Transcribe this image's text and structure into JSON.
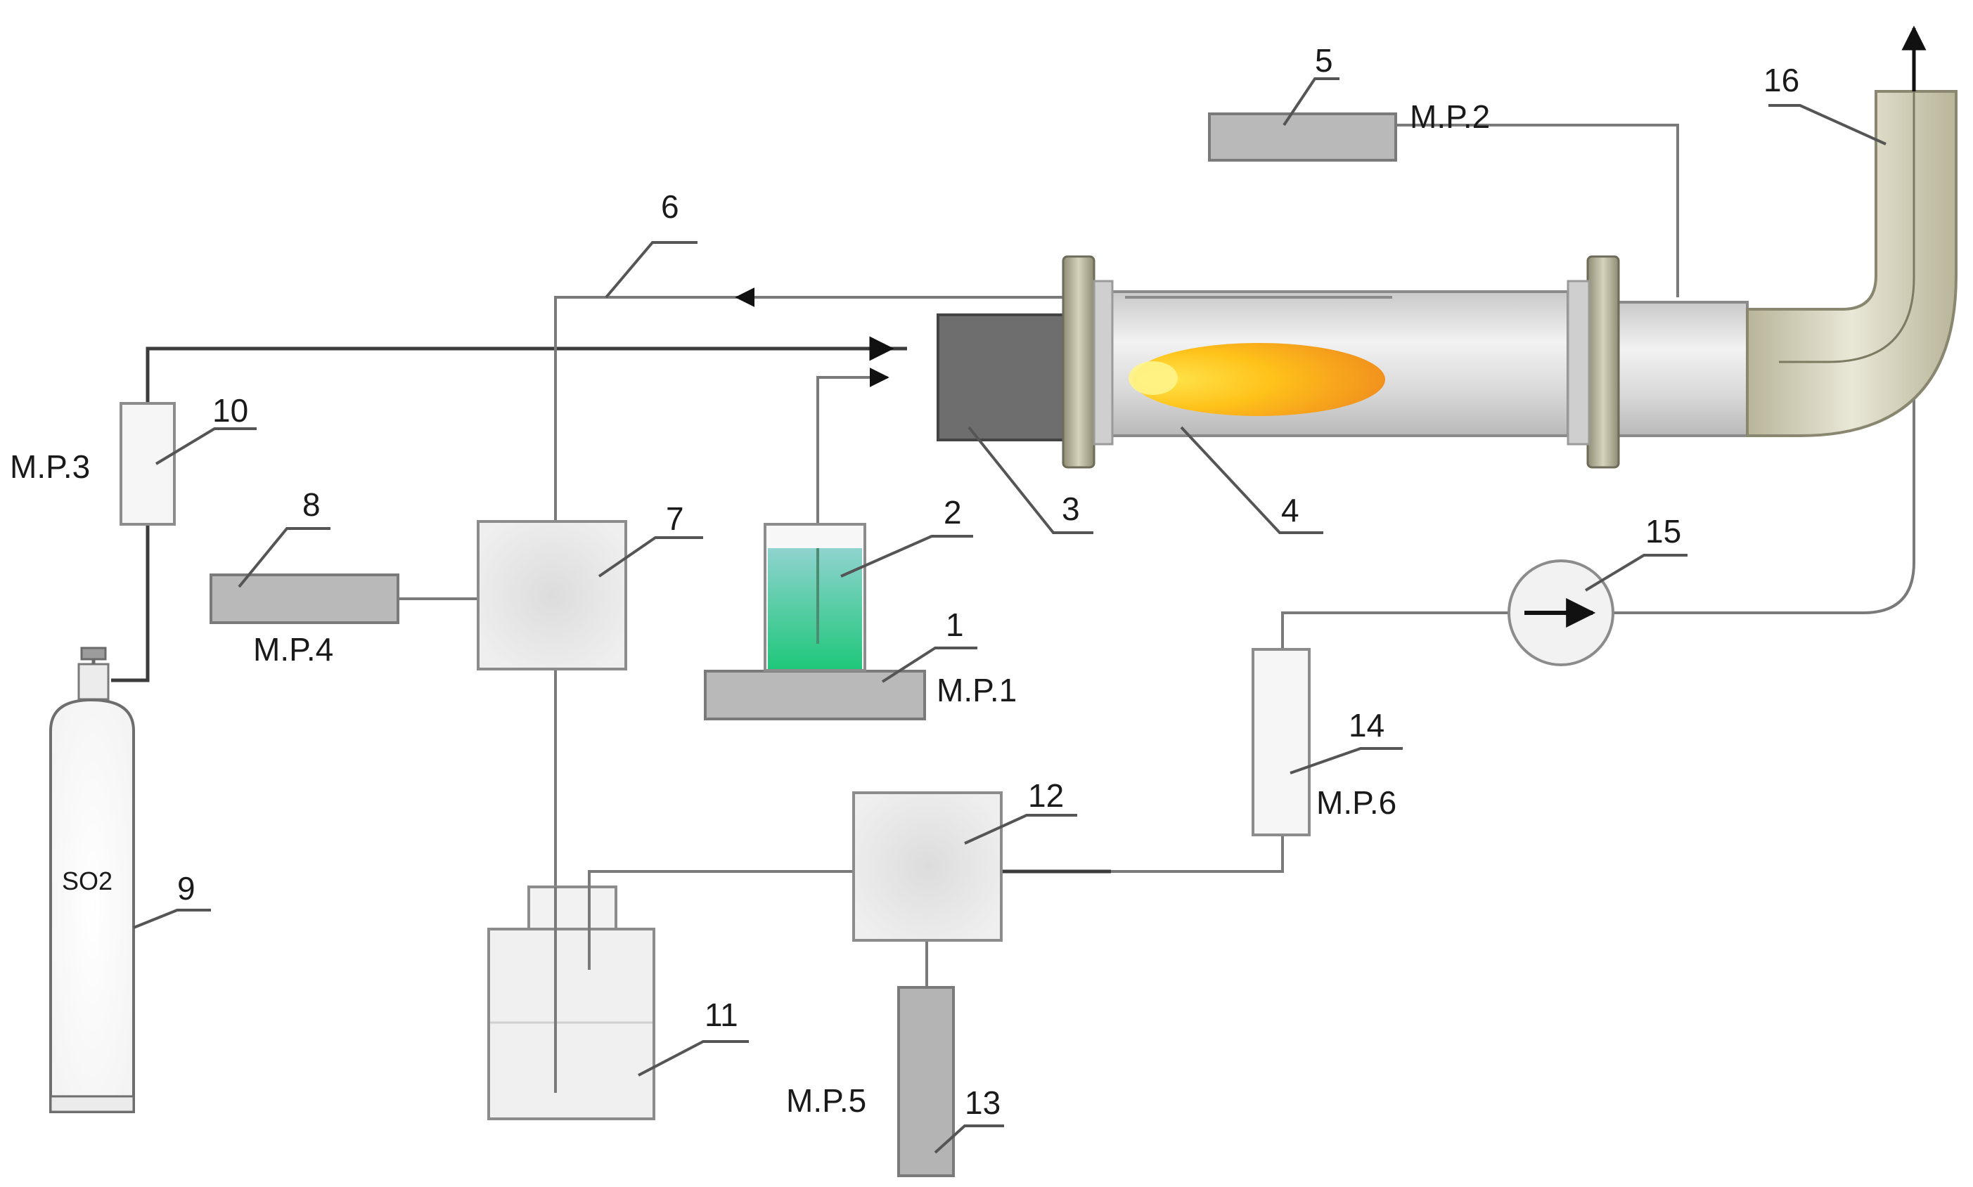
{
  "components": [
    {
      "id": "1",
      "label": "1"
    },
    {
      "id": "2",
      "label": "2"
    },
    {
      "id": "3",
      "label": "3"
    },
    {
      "id": "4",
      "label": "4"
    },
    {
      "id": "5",
      "label": "5"
    },
    {
      "id": "6",
      "label": "6"
    },
    {
      "id": "7",
      "label": "7"
    },
    {
      "id": "8",
      "label": "8"
    },
    {
      "id": "9",
      "label": "9"
    },
    {
      "id": "10",
      "label": "10"
    },
    {
      "id": "11",
      "label": "11"
    },
    {
      "id": "12",
      "label": "12"
    },
    {
      "id": "13",
      "label": "13"
    },
    {
      "id": "14",
      "label": "14"
    },
    {
      "id": "15",
      "label": "15"
    },
    {
      "id": "16",
      "label": "16"
    }
  ],
  "measurement_points": {
    "mp1": "M.P.1",
    "mp2": "M.P.2",
    "mp3": "M.P.3",
    "mp4": "M.P.4",
    "mp5": "M.P.5",
    "mp6": "M.P.6"
  },
  "cylinder_gas": "SO2",
  "colors": {
    "flame_inner": "#ffe34a",
    "flame_mid": "#ffc21a",
    "flame_outer": "#f08c1e",
    "liquid_top": "#8fd3cf",
    "liquid_bottom": "#1fc77a",
    "tube": "#dcdcdc",
    "burner_block": "#6e6e6e",
    "flange": "#b9b6a0"
  },
  "icons": {
    "pump": "pump-arrow-icon",
    "flow_arrow": "flow-arrow-icon",
    "exhaust_arrow": "exhaust-up-arrow-icon"
  }
}
